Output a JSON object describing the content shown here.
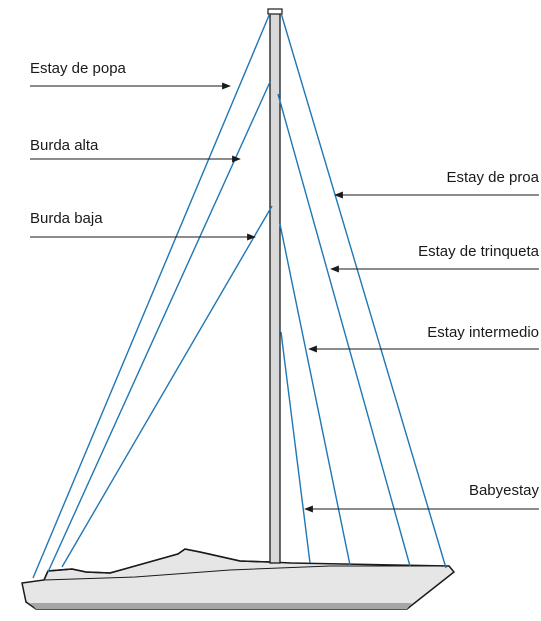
{
  "labels": {
    "estay_de_popa": "Estay de popa",
    "burda_alta": "Burda alta",
    "burda_baja": "Burda baja",
    "estay_de_proa": "Estay de proa",
    "estay_de_trinqueta": "Estay de trinqueta",
    "estay_intermedio": "Estay intermedio",
    "babyestay": "Babyestay"
  },
  "colors": {
    "rigging": "#1f77b4",
    "hull_fill": "#e6e6e6",
    "hull_bottom_stripe": "#a6a6a6",
    "outline": "#1a1a1a",
    "mast_fill": "#d9d9d9"
  }
}
